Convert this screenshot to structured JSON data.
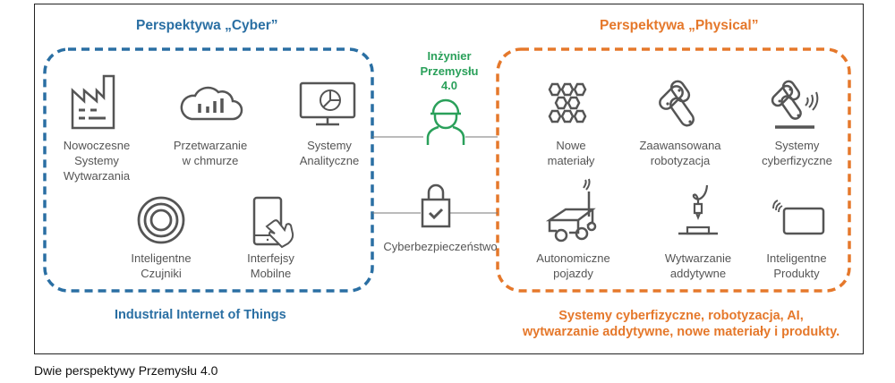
{
  "diagram": {
    "cyber": {
      "title": "Perspektywa „Cyber”",
      "subtitle": "Industrial Internet of Things",
      "color": "#2a6fa3",
      "items": [
        {
          "icon": "factory-icon",
          "label": "Nowoczesne Systemy Wytwarzania",
          "lines": [
            "Nowoczesne",
            "Systemy",
            "Wytwarzania"
          ]
        },
        {
          "icon": "cloud-chart-icon",
          "label": "Przetwarzanie w chmurze",
          "lines": [
            "Przetwarzanie",
            "w chmurze"
          ]
        },
        {
          "icon": "monitor-pie-chart-icon",
          "label": "Systemy Analityczne",
          "lines": [
            "Systemy",
            "Analityczne"
          ]
        },
        {
          "icon": "concentric-circles-sensor-icon",
          "label": "Inteligentne Czujniki",
          "lines": [
            "Inteligentne",
            "Czujniki"
          ]
        },
        {
          "icon": "tablet-touch-icon",
          "label": "Interfejsy Mobilne",
          "lines": [
            "Interfejsy",
            "Mobilne"
          ]
        }
      ]
    },
    "center": {
      "engineer": {
        "icon": "engineer-hardhat-icon",
        "lines": [
          "Inżynier",
          "Przemysłu",
          "4.0"
        ],
        "color": "#2aa05a"
      },
      "security": {
        "icon": "padlock-check-icon",
        "label": "Cyberbezpieczeństwo"
      }
    },
    "physical": {
      "title": "Perspektywa „Physical”",
      "subtitle_lines": [
        "Systemy cyberfizyczne, robotyzacja, AI,",
        "wytwarzanie addytywne, nowe materiały i produkty."
      ],
      "color": "#e5782b",
      "items": [
        {
          "icon": "hexagon-grid-icon",
          "label": "Nowe materiały",
          "lines": [
            "Nowe",
            "materiały"
          ]
        },
        {
          "icon": "robot-arm-icon",
          "label": "Zaawansowana robotyzacja",
          "lines": [
            "Zaawansowana",
            "robotyzacja"
          ]
        },
        {
          "icon": "robot-arm-wireless-icon",
          "label": "Systemy cyberfizyczne",
          "lines": [
            "Systemy",
            "cyberfizyczne"
          ]
        },
        {
          "icon": "autonomous-vehicle-icon",
          "label": "Autonomiczne pojazdy",
          "lines": [
            "Autonomiczne",
            "pojazdy"
          ]
        },
        {
          "icon": "3d-printer-icon",
          "label": "Wytwarzanie addytywne",
          "lines": [
            "Wytwarzanie",
            "addytywne"
          ]
        },
        {
          "icon": "smart-product-wireless-icon",
          "label": "Inteligentne Produkty",
          "lines": [
            "Inteligentne",
            "Produkty"
          ]
        }
      ]
    },
    "icon_color": "#555555",
    "caption": "Dwie perspektywy Przemysłu 4.0"
  }
}
